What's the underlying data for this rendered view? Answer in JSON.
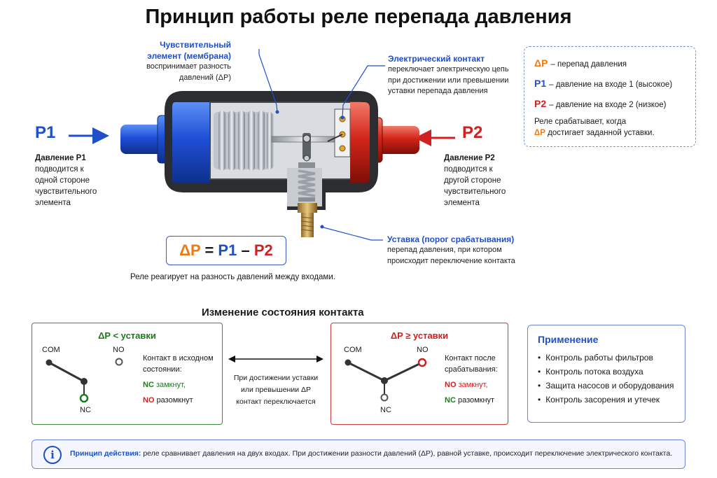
{
  "title": "Принцип работы реле перепада давления",
  "left_port": {
    "label": "P1",
    "title": "Давление P1",
    "lines": [
      "подводится к",
      "одной стороне",
      "чувствительного",
      "элемента"
    ]
  },
  "right_port": {
    "label": "P2",
    "title": "Давление P2",
    "lines": [
      "подводится к",
      "другой стороне",
      "чувствительного",
      "элемента"
    ]
  },
  "callouts": {
    "membrane": {
      "title_lines": [
        "Чувствительный",
        "элемент (мембрана)"
      ],
      "body_lines": [
        "воспринимает разность",
        "давлений (ΔP)"
      ]
    },
    "contact": {
      "title": "Электрический контакт",
      "body_lines": [
        "переключает электрическую цепь",
        "при достижении или превышении",
        "уставки перепада давления"
      ]
    },
    "setpoint": {
      "title": "Уставка (порог срабатывания)",
      "body_lines": [
        "перепад давления, при котором",
        "происходит переключение контакта"
      ]
    }
  },
  "legend": {
    "rows": [
      {
        "key": "ΔP",
        "text": "– перепад давления"
      },
      {
        "key": "P1",
        "text": "– давление на входе 1 (высокое)"
      },
      {
        "key": "P2",
        "text": "– давление на входе 2 (низкое)"
      }
    ],
    "note_line1": "Реле срабатывает, когда",
    "note_key": "ΔP",
    "note_rest": "достигает заданной уставки."
  },
  "formula": {
    "dp": "ΔP",
    "eq": "=",
    "p1": "P1",
    "minus": "–",
    "p2": "P2"
  },
  "formula_caption": "Реле реагирует на разность давлений между входами.",
  "contact_state": {
    "heading": "Изменение состояния контакта",
    "before": {
      "title": "ΔP < уставки",
      "com": "COM",
      "no": "NO",
      "nc": "NC",
      "desc_lines": [
        "Контакт в исходном",
        "состоянии:"
      ],
      "nc_state_key": "NC",
      "nc_state": "замкнут,",
      "no_state_key": "NO",
      "no_state": "разомкнут"
    },
    "middle_lines": [
      "При достижении уставки",
      "или превышении ΔP",
      "контакт переключается"
    ],
    "after": {
      "title": "ΔP ≥ уставки",
      "com": "COM",
      "no": "NO",
      "nc": "NC",
      "desc_lines": [
        "Контакт после",
        "срабатывания:"
      ],
      "no_state_key": "NO",
      "no_state": "замкнут,",
      "nc_state_key": "NC",
      "nc_state": "разомкнут"
    }
  },
  "application": {
    "title": "Применение",
    "items": [
      "Контроль работы фильтров",
      "Контроль потока воздуха",
      "Защита насосов и оборудования",
      "Контроль засорения и утечек"
    ]
  },
  "footer": {
    "icon": "i",
    "label": "Принцип действия:",
    "text": "реле сравнивает давления на двух входах. При достижении разности давлений (ΔP), равной уставке, происходит переключение электрического контакта."
  },
  "colors": {
    "blue": "#1f4fc9",
    "red": "#d02020",
    "orange": "#ee7a12",
    "green": "#1d7a1d"
  }
}
